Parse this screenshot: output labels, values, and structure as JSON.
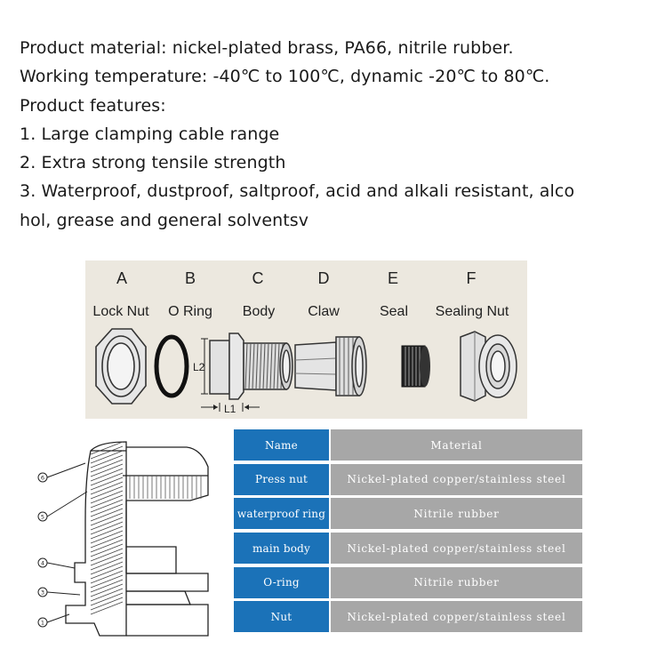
{
  "intro": {
    "lines": [
      "Product material: nickel-plated brass, PA66, nitrile rubber.",
      "Working temperature: -40℃ to 100℃, dynamic -20℃ to 80℃.",
      "Product features:",
      "1. Large clamping cable range",
      "2. Extra strong tensile strength",
      "3. Waterproof, dustproof, saltproof, acid and alkali resistant, alco",
      "hol, grease and general solventsv"
    ]
  },
  "parts_diagram": {
    "components": [
      {
        "letter": "A",
        "name": "Lock Nut"
      },
      {
        "letter": "B",
        "name": "O Ring"
      },
      {
        "letter": "C",
        "name": "Body"
      },
      {
        "letter": "D",
        "name": "Claw"
      },
      {
        "letter": "E",
        "name": "Seal"
      },
      {
        "letter": "F",
        "name": "Sealing Nut"
      }
    ],
    "dimension_labels": {
      "l1": "L1",
      "l2": "L2"
    }
  },
  "cross_section": {
    "callouts": [
      "6",
      "5",
      "4",
      "3",
      "1"
    ]
  },
  "material_table": {
    "header": {
      "name": "Name",
      "material": "Material"
    },
    "rows": [
      {
        "name": "Press nut",
        "material": "Nickel-plated copper/stainless steel"
      },
      {
        "name": "waterproof ring",
        "material": "Nitrile rubber"
      },
      {
        "name": "main body",
        "material": "Nickel-plated copper/stainless steel"
      },
      {
        "name": "O-ring",
        "material": "Nitrile rubber"
      },
      {
        "name": "Nut",
        "material": "Nickel-plated copper/stainless steel"
      }
    ],
    "colors": {
      "name_column": "#1b72b8",
      "material_column": "#a7a7a7"
    }
  }
}
